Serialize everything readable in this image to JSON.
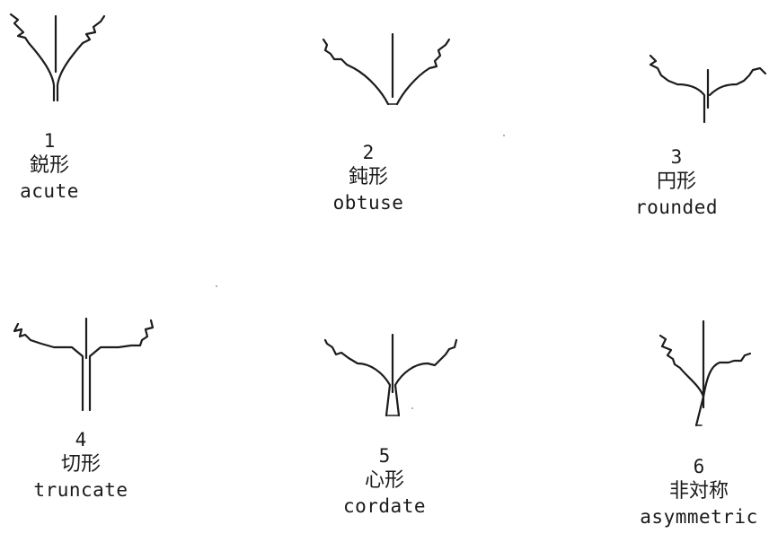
{
  "items": [
    {
      "number": "1",
      "jp": "鋭形",
      "en": "acute"
    },
    {
      "number": "2",
      "jp": "鈍形",
      "en": "obtuse"
    },
    {
      "number": "3",
      "jp": "円形",
      "en": "rounded"
    },
    {
      "number": "4",
      "jp": "切形",
      "en": "truncate"
    },
    {
      "number": "5",
      "jp": "心形",
      "en": "cordate"
    },
    {
      "number": "6",
      "jp": "非対称",
      "en": "asymmetric"
    }
  ]
}
